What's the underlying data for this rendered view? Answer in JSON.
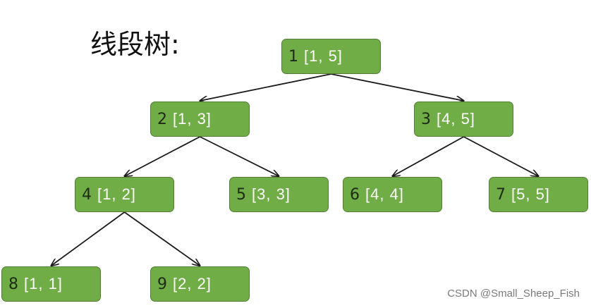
{
  "title": "线段树:",
  "nodes": [
    {
      "id": "1",
      "range": "[1, 5]"
    },
    {
      "id": "2",
      "range": "[1, 3]"
    },
    {
      "id": "3",
      "range": "[4, 5]"
    },
    {
      "id": "4",
      "range": "[1, 2]"
    },
    {
      "id": "5",
      "range": "[3, 3]"
    },
    {
      "id": "6",
      "range": "[4, 4]"
    },
    {
      "id": "7",
      "range": "[5, 5]"
    },
    {
      "id": "8",
      "range": "[1, 1]"
    },
    {
      "id": "9",
      "range": "[2, 2]"
    }
  ],
  "edges": [
    [
      "1",
      "2"
    ],
    [
      "1",
      "3"
    ],
    [
      "2",
      "4"
    ],
    [
      "2",
      "5"
    ],
    [
      "3",
      "6"
    ],
    [
      "3",
      "7"
    ],
    [
      "4",
      "8"
    ],
    [
      "4",
      "9"
    ]
  ],
  "watermark": "CSDN @Small_Sheep_Fish",
  "colors": {
    "node_fill": "#70ad47",
    "node_border": "#507e32",
    "edge": "#1a1a1a"
  }
}
